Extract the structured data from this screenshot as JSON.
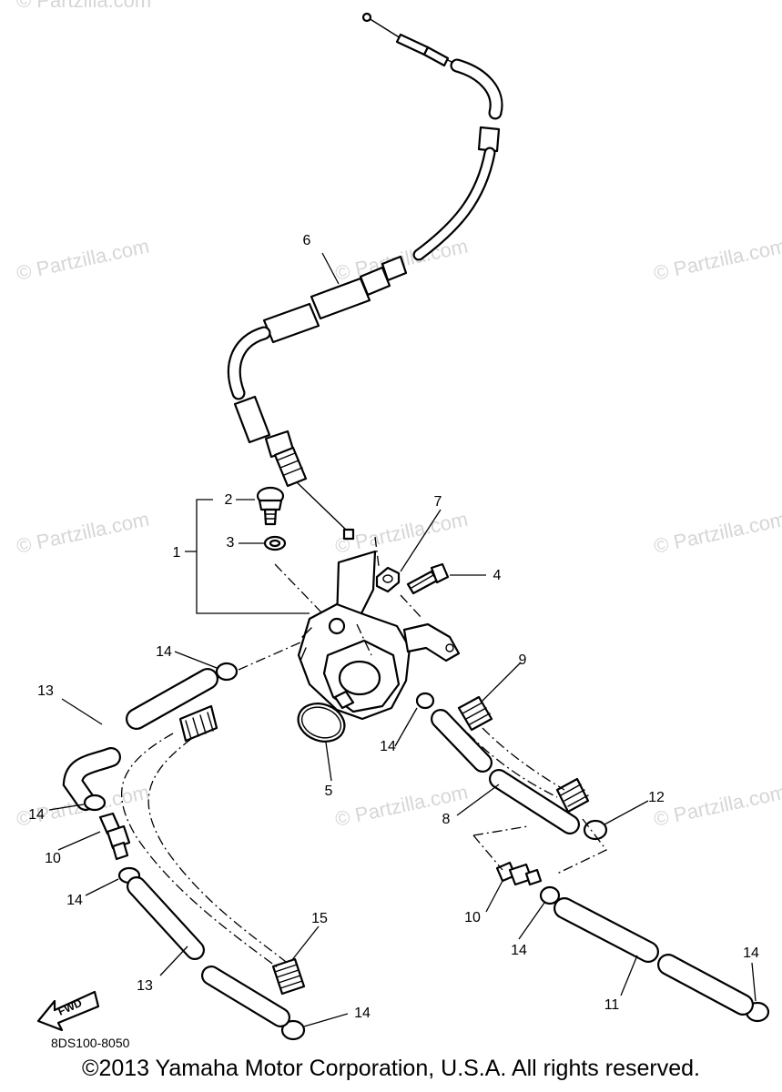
{
  "watermark": "© Partzilla.com",
  "diagram_code": "8DS100-8050",
  "fwd_label": "FWD",
  "copyright": "©2013  Yamaha Motor Corporation, U.S.A. All rights reserved.",
  "callouts": {
    "c1": "1",
    "c2": "2",
    "c3": "3",
    "c4": "4",
    "c5": "5",
    "c6": "6",
    "c7": "7",
    "c8": "8",
    "c9": "9",
    "c10a": "10",
    "c10b": "10",
    "c11": "11",
    "c12": "12",
    "c13a": "13",
    "c13b": "13",
    "c14a": "14",
    "c14b": "14",
    "c14c": "14",
    "c14d": "14",
    "c14e": "14",
    "c14f": "14",
    "c14g": "14",
    "c15": "15"
  }
}
